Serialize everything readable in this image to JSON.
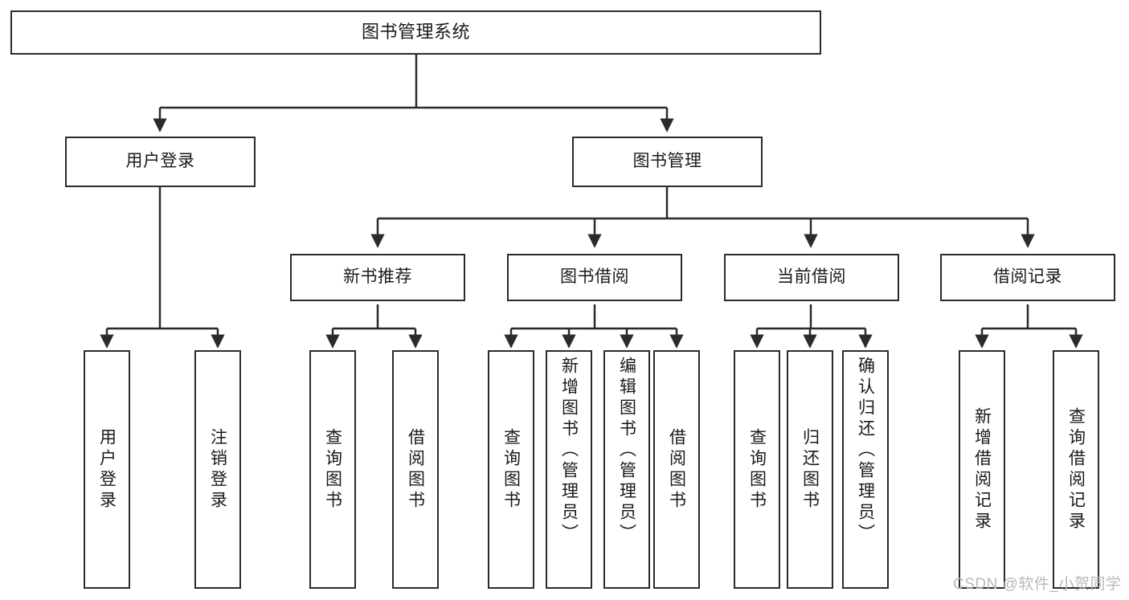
{
  "diagram": {
    "type": "tree-hierarchy",
    "title": "图书管理系统",
    "root": {
      "id": "root",
      "label": "图书管理系统",
      "shape": "rectangle",
      "orientation": "horizontal"
    },
    "level2": [
      {
        "id": "user-login",
        "label": "用户登录",
        "orientation": "horizontal"
      },
      {
        "id": "book-manage",
        "label": "图书管理",
        "orientation": "horizontal"
      }
    ],
    "level3": [
      {
        "id": "new-book-recommend",
        "label": "新书推荐",
        "orientation": "horizontal",
        "parent": "book-manage"
      },
      {
        "id": "book-borrow",
        "label": "图书借阅",
        "orientation": "horizontal",
        "parent": "book-manage"
      },
      {
        "id": "current-borrow",
        "label": "当前借阅",
        "orientation": "horizontal",
        "parent": "book-manage"
      },
      {
        "id": "borrow-record",
        "label": "借阅记录",
        "orientation": "horizontal",
        "parent": "book-manage"
      }
    ],
    "leaves": [
      {
        "id": "leaf-user-login",
        "label": "用户登录",
        "parent": "user-login",
        "orientation": "vertical"
      },
      {
        "id": "leaf-user-logout",
        "label": "注销登录",
        "parent": "user-login",
        "orientation": "vertical"
      },
      {
        "id": "leaf-query-book-1",
        "label": "查询图书",
        "parent": "new-book-recommend",
        "orientation": "vertical"
      },
      {
        "id": "leaf-borrow-book-1",
        "label": "借阅图书",
        "parent": "new-book-recommend",
        "orientation": "vertical"
      },
      {
        "id": "leaf-query-book-2",
        "label": "查询图书",
        "parent": "book-borrow",
        "orientation": "vertical"
      },
      {
        "id": "leaf-add-book",
        "label": "新增图书（管理员）",
        "parent": "book-borrow",
        "orientation": "vertical"
      },
      {
        "id": "leaf-edit-book",
        "label": "编辑图书（管理员）",
        "parent": "book-borrow",
        "orientation": "vertical"
      },
      {
        "id": "leaf-borrow-book-2",
        "label": "借阅图书",
        "parent": "book-borrow",
        "orientation": "vertical"
      },
      {
        "id": "leaf-query-book-3",
        "label": "查询图书",
        "parent": "current-borrow",
        "orientation": "vertical"
      },
      {
        "id": "leaf-return-book",
        "label": "归还图书",
        "parent": "current-borrow",
        "orientation": "vertical"
      },
      {
        "id": "leaf-confirm-return",
        "label": "确认归还（管理员）",
        "parent": "current-borrow",
        "orientation": "vertical"
      },
      {
        "id": "leaf-add-record",
        "label": "新增借阅记录",
        "parent": "borrow-record",
        "orientation": "vertical"
      },
      {
        "id": "leaf-query-record",
        "label": "查询借阅记录",
        "parent": "borrow-record",
        "orientation": "vertical"
      }
    ],
    "colors": {
      "stroke": "#2b2b2b",
      "fill": "#ffffff",
      "text": "#1a1a1a",
      "watermark": "#b9b9b9"
    }
  },
  "watermark": {
    "text": "CSDN @软件_小贺同学"
  }
}
